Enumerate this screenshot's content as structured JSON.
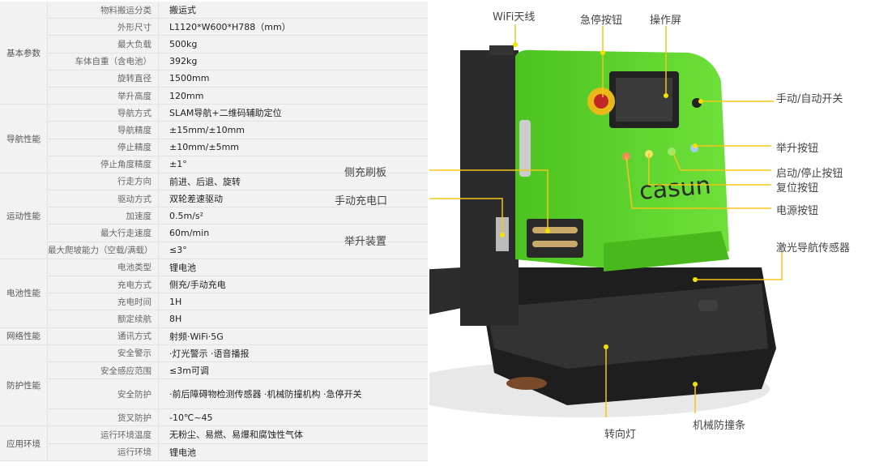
{
  "spec_table": {
    "groups": [
      {
        "name": "基本参数",
        "rows": [
          [
            "物料搬运分类",
            "搬运式"
          ],
          [
            "外形尺寸",
            "L1120*W600*H788（mm）"
          ],
          [
            "最大负载",
            "500kg"
          ],
          [
            "车体自重（含电池）",
            "392kg"
          ],
          [
            "旋转直径",
            "1500mm"
          ],
          [
            "举升高度",
            "120mm"
          ]
        ]
      },
      {
        "name": "导航性能",
        "rows": [
          [
            "导航方式",
            "SLAM导航+二维码辅助定位"
          ],
          [
            "导航精度",
            "±15mm/±10mm"
          ],
          [
            "停止精度",
            "±10mm/±5mm"
          ],
          [
            "停止角度精度",
            "±1°"
          ]
        ]
      },
      {
        "name": "运动性能",
        "rows": [
          [
            "行走方向",
            "前进、后退、旋转"
          ],
          [
            "驱动方式",
            "双轮差速驱动"
          ],
          [
            "加速度",
            "0.5m/s²"
          ],
          [
            "最大行走速度",
            "60m/min"
          ],
          [
            "最大爬坡能力（空载/满载）",
            "≤3°"
          ]
        ]
      },
      {
        "name": "电池性能",
        "rows": [
          [
            "电池类型",
            "锂电池"
          ],
          [
            "充电方式",
            "侧充/手动充电"
          ],
          [
            "充电时间",
            "1H"
          ],
          [
            "额定续航",
            "8H"
          ]
        ]
      },
      {
        "name": "网络性能",
        "rows": [
          [
            "通讯方式",
            "射频·WiFi·5G"
          ]
        ]
      },
      {
        "name": "防护性能",
        "rows": [
          [
            "安全警示",
            "·灯光警示 ·语音播报"
          ],
          [
            "安全感应范围",
            "≤3m可调"
          ],
          [
            "安全防护",
            "·前后障碍物检测传感器 ·机械防撞机构 ·急停开关"
          ],
          [
            "货叉防护",
            "-10℃~45"
          ]
        ]
      },
      {
        "name": "应用环境",
        "rows": [
          [
            "运行环境温度",
            "无粉尘、易燃、易爆和腐蚀性气体"
          ],
          [
            "运行环境",
            "锂电池"
          ]
        ]
      }
    ]
  },
  "callouts": {
    "wifi": "WiFi天线",
    "estop": "急停按钮",
    "screen": "操作屏",
    "mode_switch": "手动/自动开关",
    "lift_button": "举升按钮",
    "start_stop": "启动/停止按钮",
    "reset": "复位按钮",
    "power": "电源按钮",
    "side_charge": "侧充刷板",
    "manual_port": "手动充电口",
    "lift_device": "举升装置",
    "laser": "激光导航传感器",
    "turn_light": "转向灯",
    "bumper": "机械防撞条"
  },
  "brand": "casun",
  "colors": {
    "body_green": "#5fd12e",
    "accent_yellow": "#f5c518",
    "dark": "#2a2a2a"
  }
}
